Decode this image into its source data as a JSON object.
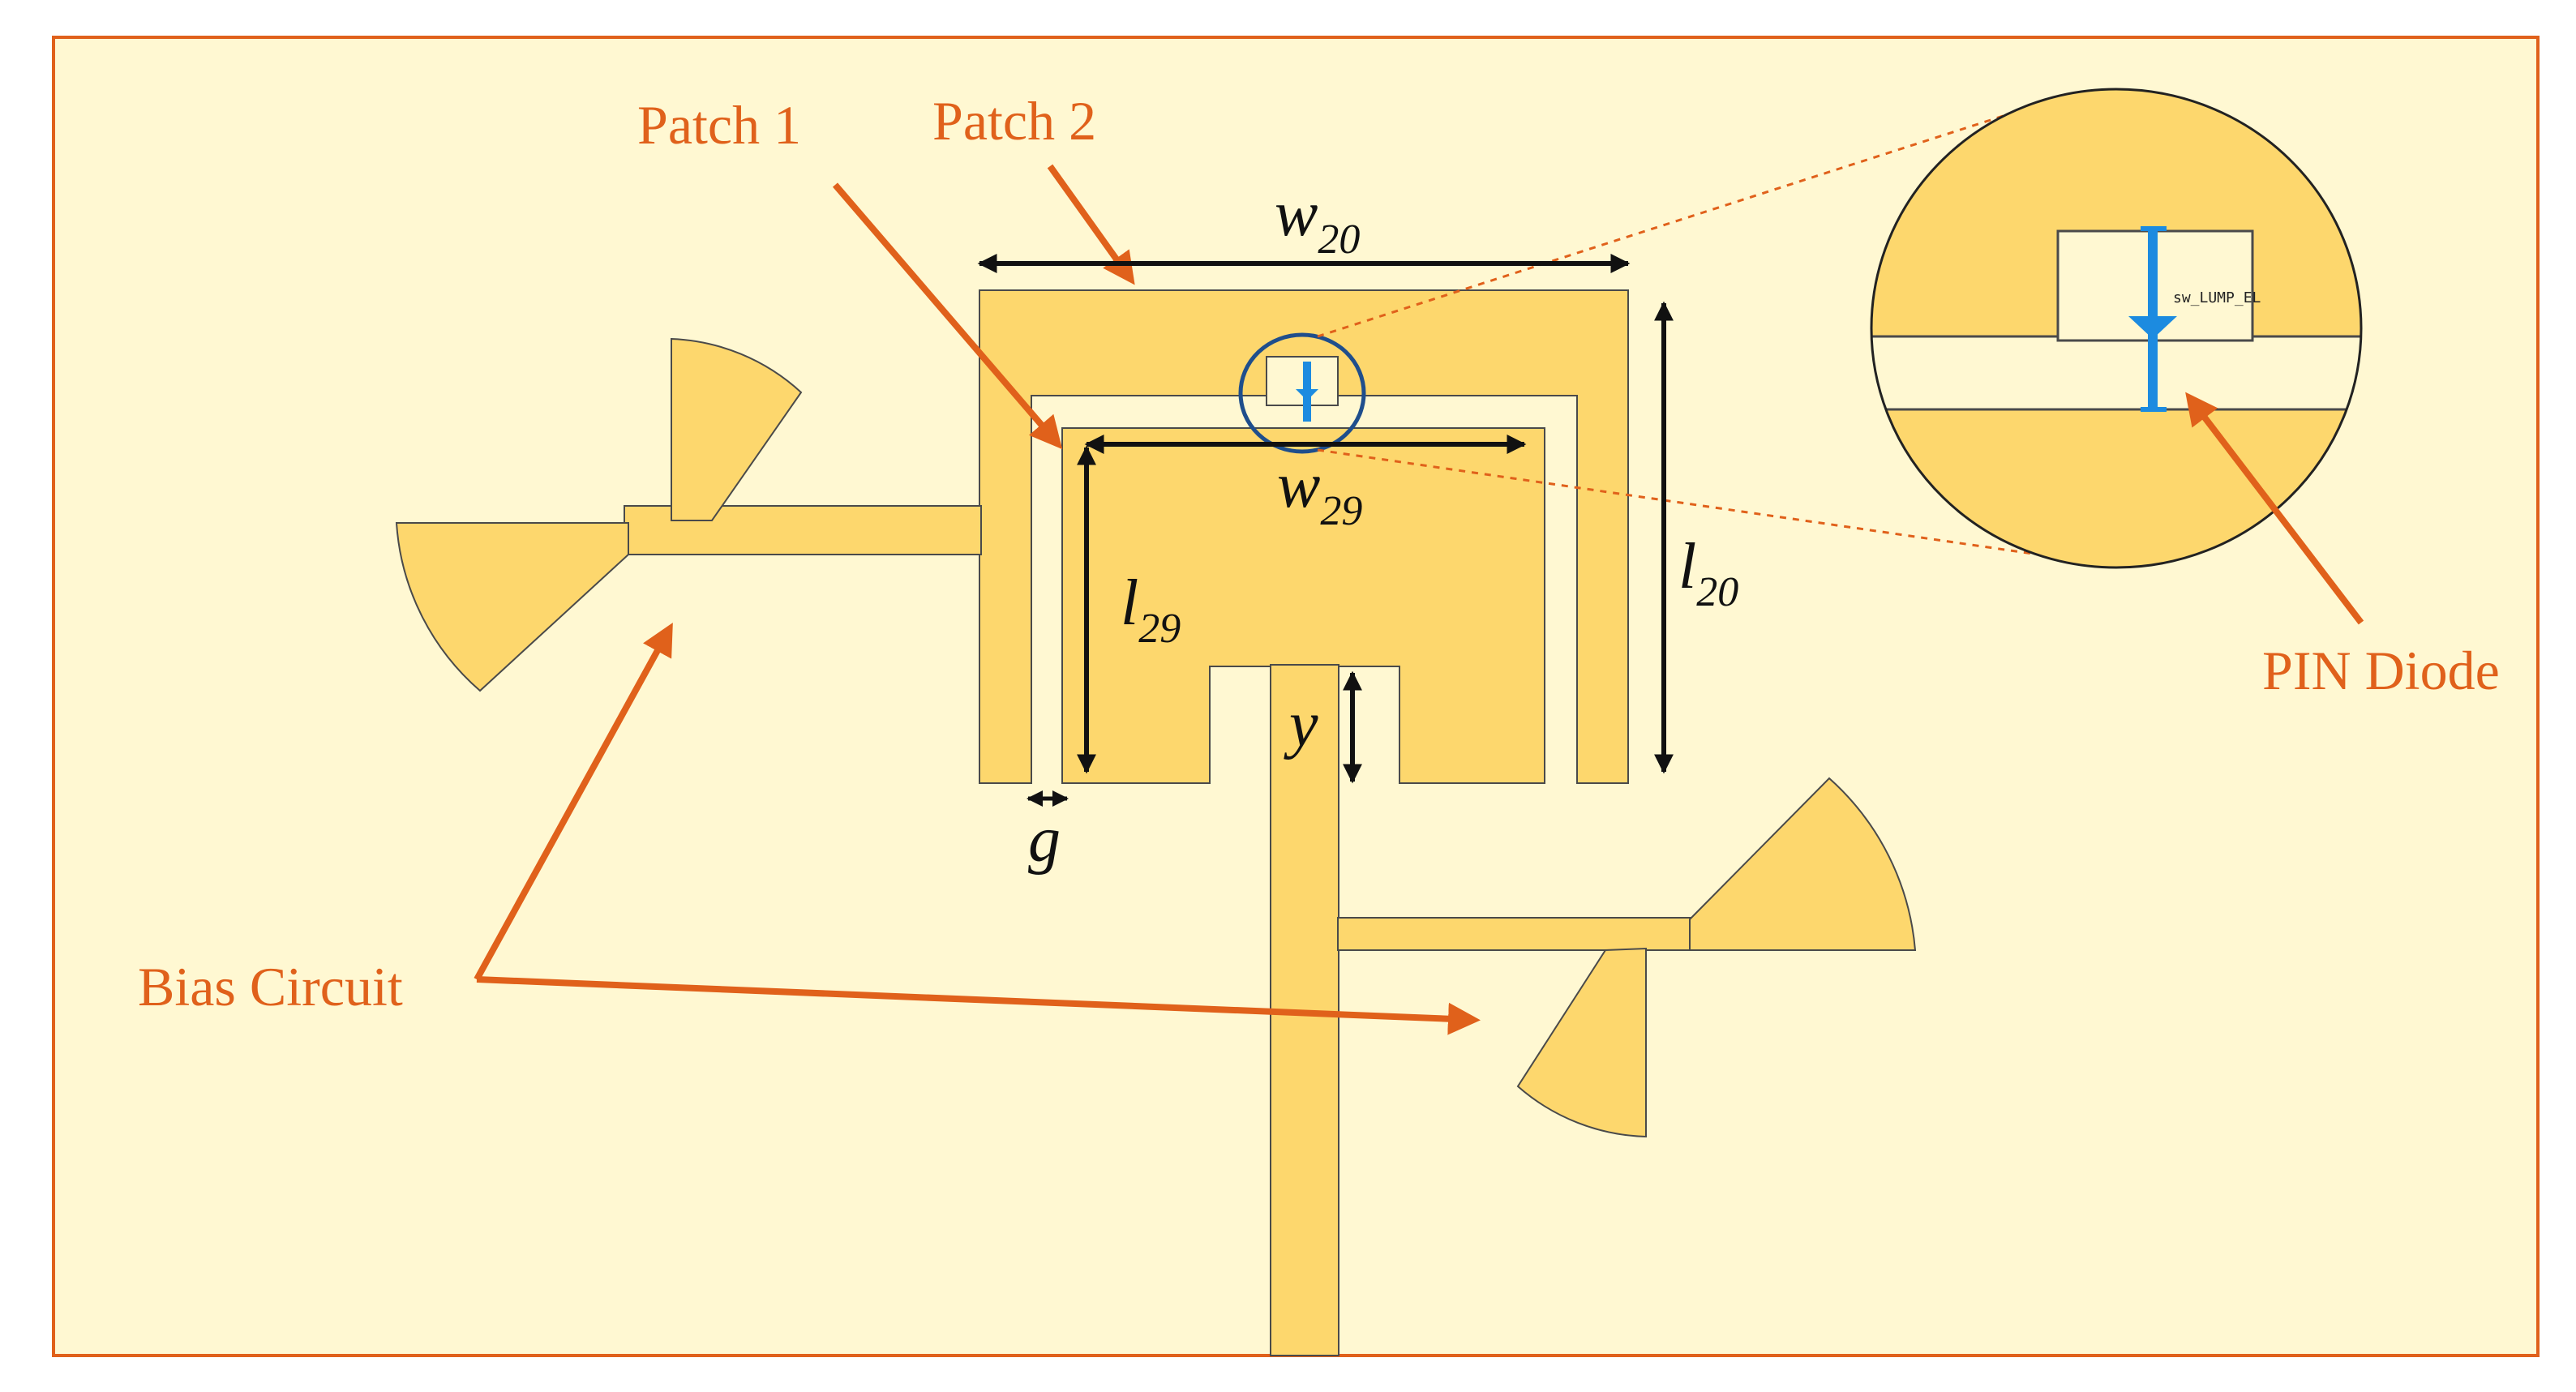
{
  "labels": {
    "patch1": "Patch 1",
    "patch2": "Patch 2",
    "pin_diode": "PIN Diode",
    "bias_circuit": "Bias Circuit",
    "lump_element": "sw_LUMP_EL"
  },
  "dimensions": {
    "w20": {
      "base": "w",
      "sub": "20"
    },
    "w29": {
      "base": "w",
      "sub": "29"
    },
    "l20": {
      "base": "l",
      "sub": "20"
    },
    "l29": {
      "base": "l",
      "sub": "29"
    },
    "y": {
      "base": "y"
    },
    "g": {
      "base": "g"
    }
  },
  "colors": {
    "background": "#FFF8D2",
    "border": "#E0611B",
    "metal": "#FDD76D",
    "metal_edge": "#4A4A4A",
    "annotation": "#E0611B",
    "dimension": "#111111",
    "zoom_circle": "#1F4E8C",
    "diode": "#1C8BE0"
  }
}
